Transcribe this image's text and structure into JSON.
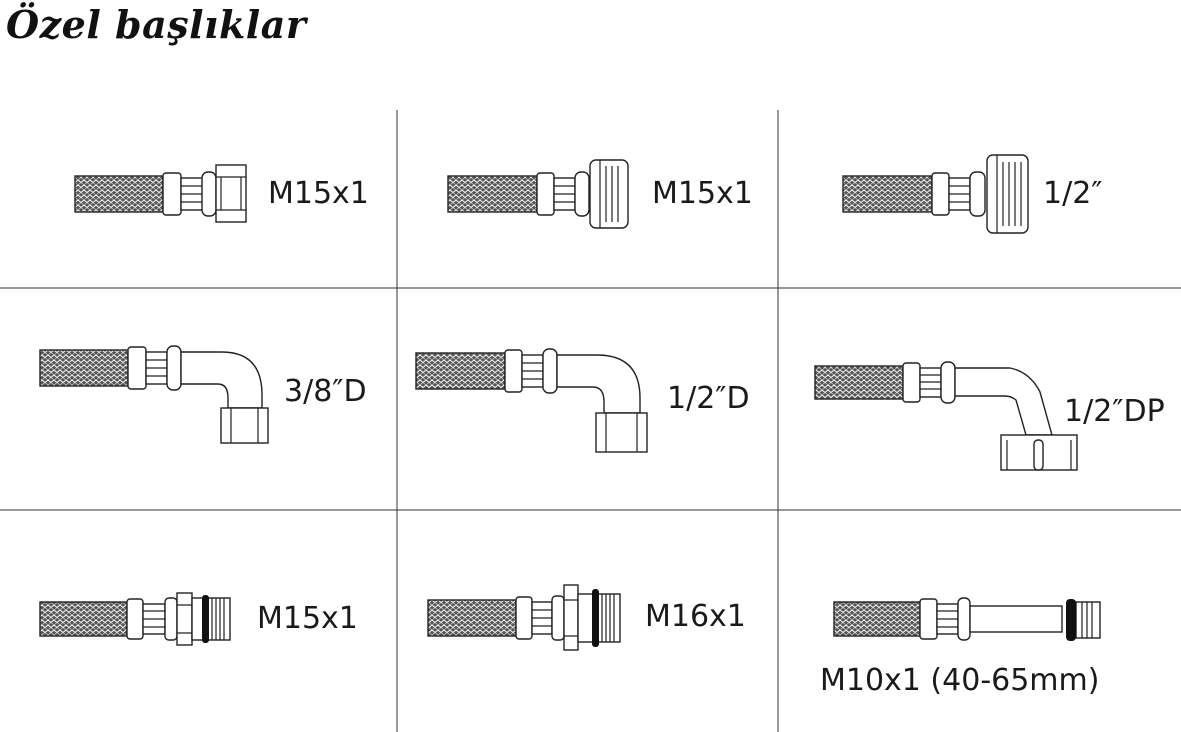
{
  "title": "Özel başlıklar",
  "fittings": [
    {
      "label": "M15x1"
    },
    {
      "label": "M15x1"
    },
    {
      "label": "1/2″"
    },
    {
      "label": "3/8″D"
    },
    {
      "label": "1/2″D"
    },
    {
      "label": "1/2″DP"
    },
    {
      "label": "M15x1"
    },
    {
      "label": "M16x1"
    },
    {
      "label": "M10x1 (40-65mm)"
    }
  ]
}
